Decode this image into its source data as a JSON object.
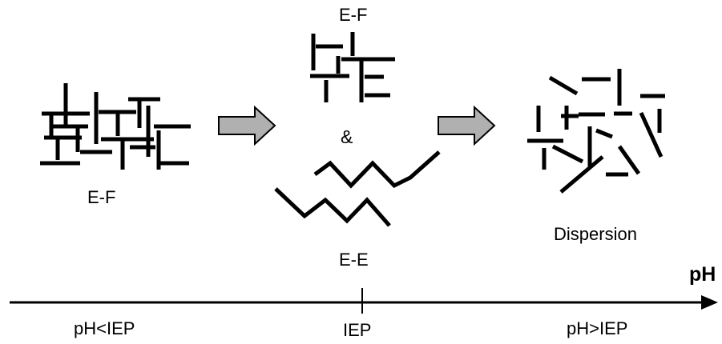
{
  "labels": {
    "ef_left": "E-F",
    "ef_top": "E-F",
    "ampersand": "&",
    "ee": "E-E",
    "dispersion": "Dispersion"
  },
  "axis": {
    "title": "pH",
    "below": "pH<IEP",
    "at": "IEP",
    "above": "pH>IEP"
  },
  "colors": {
    "line": "#000000",
    "arrow_fill": "#b0b0b0",
    "arrow_stroke": "#000000"
  }
}
